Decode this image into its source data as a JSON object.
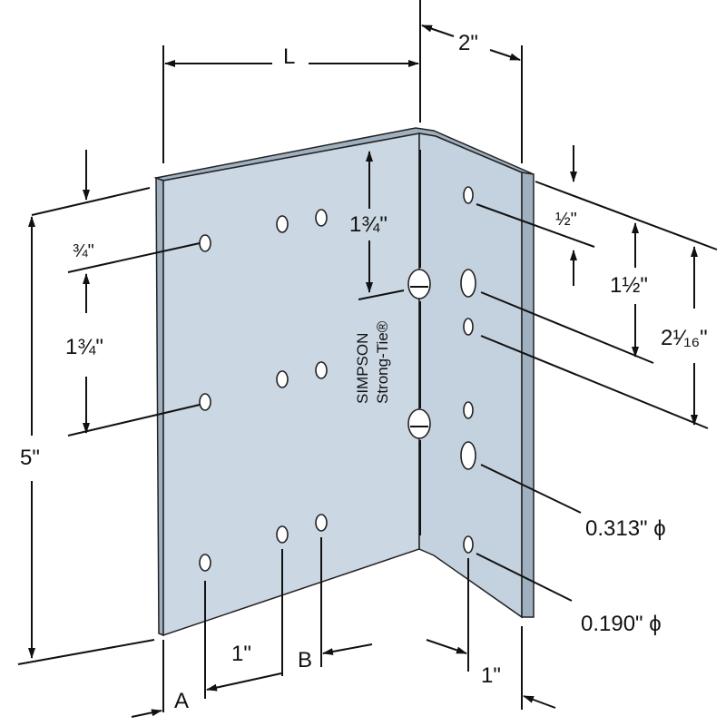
{
  "diagram": {
    "title_brand": "SIMPSON",
    "brand_sub": "Strong-Tie®",
    "colors": {
      "plate": "#cbd7e3",
      "edge": "#9fb0c0",
      "line": "#111111"
    },
    "labels": {
      "length": "L",
      "flange_width": "2\"",
      "top_hole_offset_center": "1¾\"",
      "left_top_offset": "¾\"",
      "left_spacing": "1¾\"",
      "height": "5\"",
      "flange_top_offset": "½\"",
      "flange_spacing_1": "1½\"",
      "flange_spacing_2": "2¹⁄₁₆\"",
      "large_hole": "0.313\" ϕ",
      "small_hole": "0.190\" ϕ",
      "bottom_spacing": "1\"",
      "dim_a": "A",
      "dim_b": "B",
      "flange_hole_offset": "1\""
    }
  }
}
